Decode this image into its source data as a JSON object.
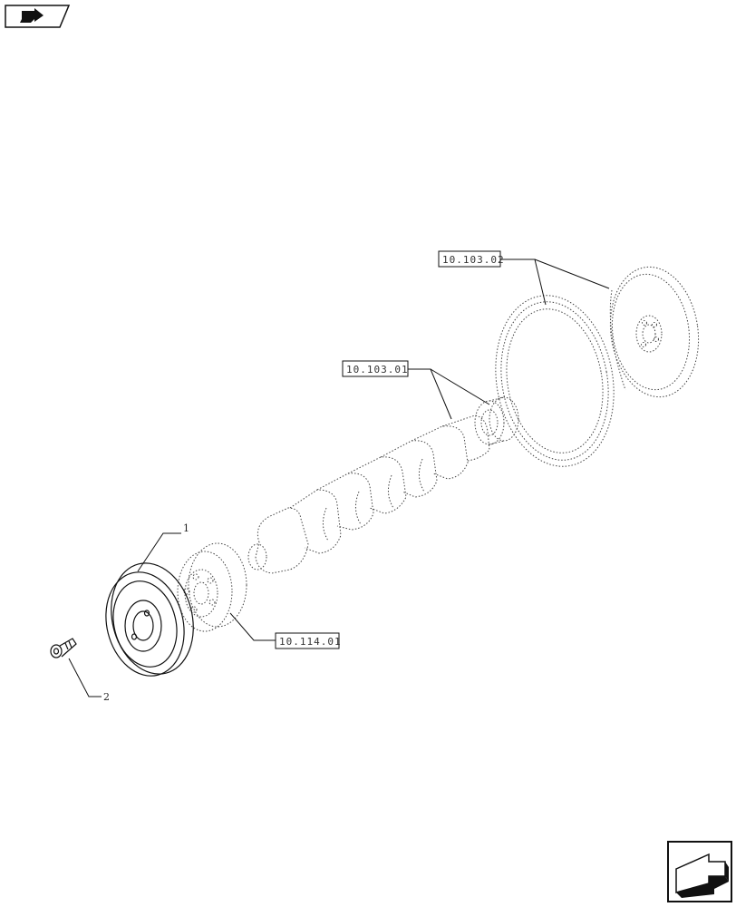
{
  "callouts": {
    "item_1": "1",
    "item_2": "2"
  },
  "references": {
    "ref_flywheel": "10.103.02",
    "ref_crankshaft": "10.103.01",
    "ref_damper": "10.114.01"
  },
  "icons": {
    "top_left": "book-arrow-icon",
    "bottom_right": "next-page-arrow-icon"
  },
  "colors": {
    "line": "#111111",
    "dotted": "#444444",
    "background": "#ffffff"
  }
}
